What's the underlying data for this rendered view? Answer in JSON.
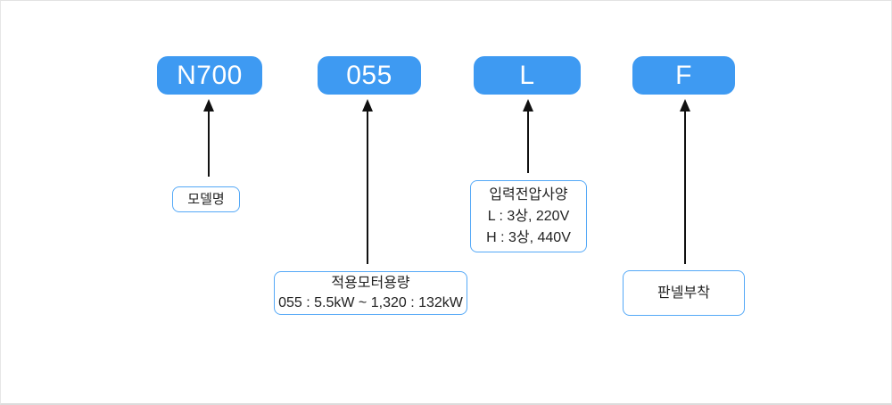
{
  "diagram": {
    "kind": "model-code-legend",
    "segments": [
      {
        "code": "N700",
        "label_lines": [
          "모델명"
        ]
      },
      {
        "code": "055",
        "label_lines": [
          "적용모터용량",
          "055 : 5.5kW ~ 1,320 : 132kW"
        ]
      },
      {
        "code": "L",
        "label_lines": [
          "입력전압사양",
          "L : 3상, 220V",
          "H : 3상, 440V"
        ]
      },
      {
        "code": "F",
        "label_lines": [
          "판넬부착"
        ]
      }
    ],
    "colors": {
      "code_box_bg": "#3e9af2",
      "code_box_text": "#ffffff",
      "label_border": "#55a9f7",
      "label_text": "#222222",
      "arrow": "#111111",
      "panel_border": "#e0e0e0"
    }
  }
}
